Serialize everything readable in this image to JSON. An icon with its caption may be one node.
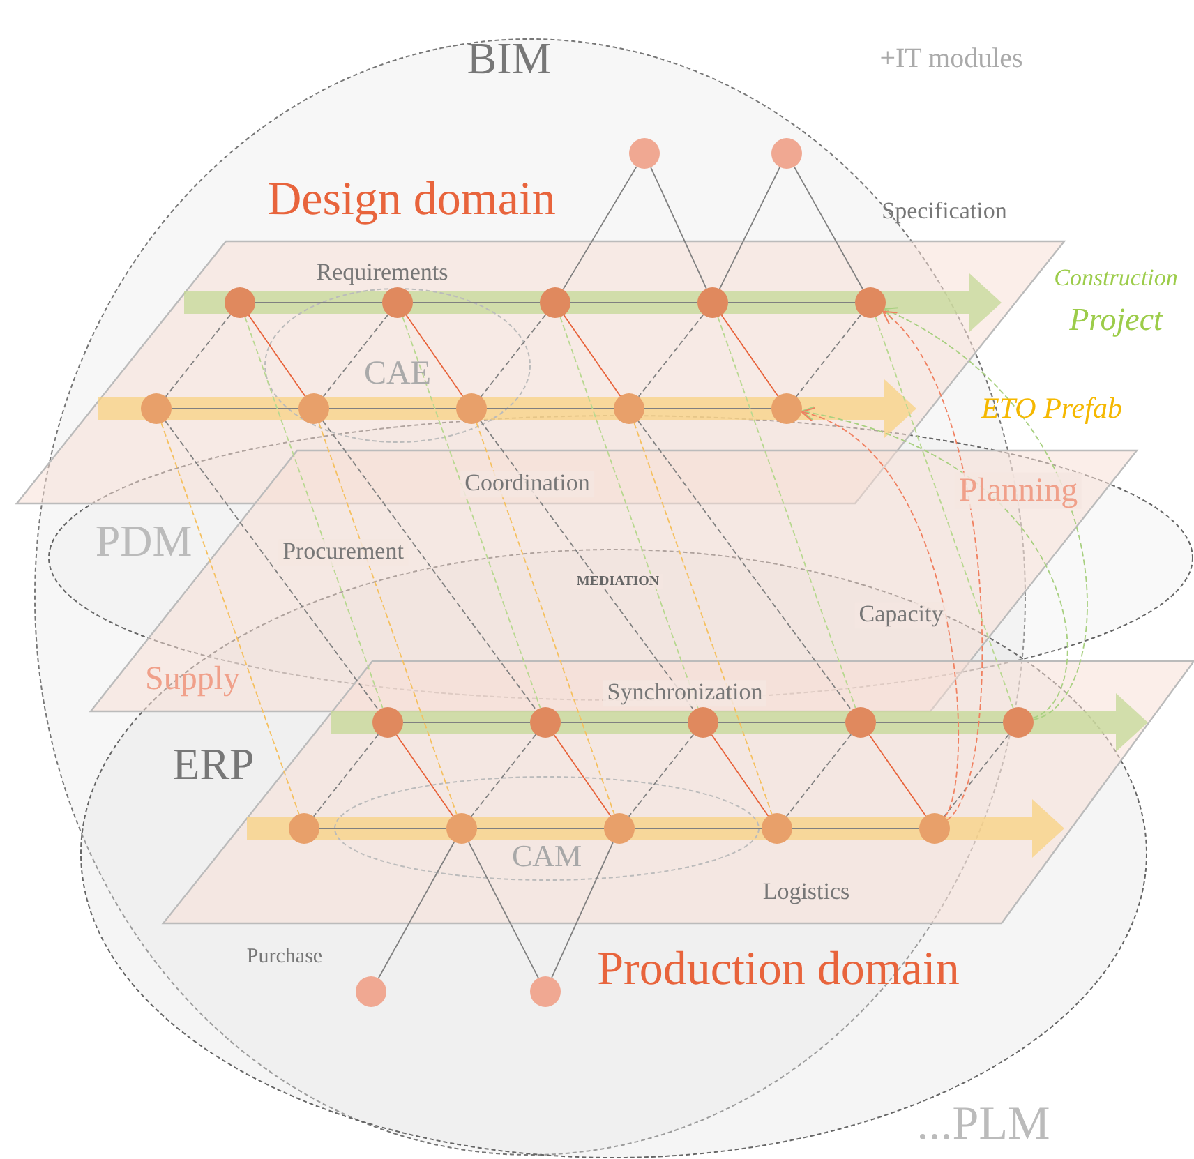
{
  "diagram": {
    "nodes": [
      {
        "text": [],
        "shape": "circle"
      },
      {
        "text": [],
        "shape": "circle"
      },
      {
        "text": [],
        "shape": "circle"
      },
      {
        "text": [],
        "shape": "circle"
      },
      {
        "text": [],
        "shape": "circle"
      },
      {
        "text": [],
        "shape": "circle"
      },
      {
        "text": [],
        "shape": "circle"
      },
      {
        "text": [],
        "shape": "circle"
      },
      {
        "text": [],
        "shape": "circle"
      },
      {
        "text": [],
        "shape": "circle"
      },
      {
        "text": [],
        "shape": "circle"
      },
      {
        "text": [],
        "shape": "circle"
      },
      {
        "text": [],
        "shape": "circle"
      },
      {
        "text": [],
        "shape": "circle"
      },
      {
        "text": [],
        "shape": "circle"
      },
      {
        "text": [],
        "shape": "circle"
      },
      {
        "text": [],
        "shape": "circle"
      },
      {
        "text": [],
        "shape": "circle"
      },
      {
        "text": [],
        "shape": "circle"
      },
      {
        "text": [],
        "shape": "circle"
      },
      {
        "text": [],
        "shape": "circle"
      },
      {
        "text": [],
        "shape": "circle"
      },
      {
        "text": [],
        "shape": "circle"
      },
      {
        "text": [],
        "shape": "circle"
      }
    ],
    "edges": [
      {
        "from": 2,
        "to": 3,
        "arrow": "none"
      },
      {
        "from": 3,
        "to": 4,
        "arrow": "none"
      },
      {
        "from": 4,
        "to": 5,
        "arrow": "none"
      },
      {
        "from": 5,
        "to": 6,
        "arrow": "none"
      },
      {
        "from": 7,
        "to": 8,
        "arrow": "none"
      },
      {
        "from": 8,
        "to": 9,
        "arrow": "none"
      },
      {
        "from": 9,
        "to": 10,
        "arrow": "none"
      },
      {
        "from": 10,
        "to": 11,
        "arrow": "none"
      },
      {
        "from": 12,
        "to": 13,
        "arrow": "none"
      },
      {
        "from": 13,
        "to": 14,
        "arrow": "none"
      },
      {
        "from": 14,
        "to": 15,
        "arrow": "none"
      },
      {
        "from": 15,
        "to": 16,
        "arrow": "none"
      },
      {
        "from": 17,
        "to": 18,
        "arrow": "none"
      },
      {
        "from": 18,
        "to": 19,
        "arrow": "none"
      },
      {
        "from": 19,
        "to": 20,
        "arrow": "none"
      },
      {
        "from": 20,
        "to": 21,
        "arrow": "none"
      },
      {
        "from": 2,
        "to": 7,
        "arrow": "none",
        "style": "dashed"
      },
      {
        "from": 3,
        "to": 8,
        "arrow": "none",
        "style": "dashed"
      },
      {
        "from": 4,
        "to": 9,
        "arrow": "none",
        "style": "dashed"
      },
      {
        "from": 5,
        "to": 10,
        "arrow": "none",
        "style": "dashed"
      },
      {
        "from": 6,
        "to": 11,
        "arrow": "none",
        "style": "dashed"
      },
      {
        "from": 12,
        "to": 17,
        "arrow": "none",
        "style": "dashed"
      },
      {
        "from": 13,
        "to": 18,
        "arrow": "none",
        "style": "dashed"
      },
      {
        "from": 14,
        "to": 19,
        "arrow": "none",
        "style": "dashed"
      },
      {
        "from": 15,
        "to": 20,
        "arrow": "none",
        "style": "dashed"
      },
      {
        "from": 16,
        "to": 21,
        "arrow": "none",
        "style": "dashed"
      },
      {
        "from": 2,
        "to": 8,
        "arrow": "none",
        "color": "#e8643c"
      },
      {
        "from": 3,
        "to": 9,
        "arrow": "none",
        "color": "#e8643c"
      },
      {
        "from": 4,
        "to": 10,
        "arrow": "none",
        "color": "#e8643c"
      },
      {
        "from": 5,
        "to": 11,
        "arrow": "none",
        "color": "#e8643c"
      },
      {
        "from": 12,
        "to": 18,
        "arrow": "none",
        "color": "#e8643c"
      },
      {
        "from": 13,
        "to": 19,
        "arrow": "none",
        "color": "#e8643c"
      },
      {
        "from": 14,
        "to": 20,
        "arrow": "none",
        "color": "#e8643c"
      },
      {
        "from": 15,
        "to": 21,
        "arrow": "none",
        "color": "#e8643c"
      },
      {
        "from": 2,
        "to": 12,
        "arrow": "none",
        "style": "dashed",
        "color": "#b8d890"
      },
      {
        "from": 3,
        "to": 13,
        "arrow": "none",
        "style": "dashed",
        "color": "#b8d890"
      },
      {
        "from": 4,
        "to": 14,
        "arrow": "none",
        "style": "dashed",
        "color": "#b8d890"
      },
      {
        "from": 5,
        "to": 15,
        "arrow": "none",
        "style": "dashed",
        "color": "#b8d890"
      },
      {
        "from": 6,
        "to": 16,
        "arrow": "none",
        "style": "dashed",
        "color": "#b8d890"
      },
      {
        "from": 7,
        "to": 17,
        "arrow": "none",
        "style": "dashed",
        "color": "#f5c060"
      },
      {
        "from": 8,
        "to": 18,
        "arrow": "none",
        "style": "dashed",
        "color": "#f5c060"
      },
      {
        "from": 9,
        "to": 19,
        "arrow": "none",
        "style": "dashed",
        "color": "#f5c060"
      },
      {
        "from": 10,
        "to": 20,
        "arrow": "none",
        "style": "dashed",
        "color": "#f5c060"
      },
      {
        "from": 7,
        "to": 12,
        "arrow": "none",
        "style": "dashed"
      },
      {
        "from": 8,
        "to": 13,
        "arrow": "none",
        "style": "dashed"
      },
      {
        "from": 9,
        "to": 14,
        "arrow": "none",
        "style": "dashed"
      },
      {
        "from": 10,
        "to": 15,
        "arrow": "none",
        "style": "dashed"
      },
      {
        "from": 0,
        "to": 4,
        "arrow": "none"
      },
      {
        "from": 0,
        "to": 5,
        "arrow": "none"
      },
      {
        "from": 1,
        "to": 5,
        "arrow": "none"
      },
      {
        "from": 1,
        "to": 6,
        "arrow": "none"
      },
      {
        "from": 22,
        "to": 18,
        "arrow": "none"
      },
      {
        "from": 23,
        "to": 18,
        "arrow": "none"
      },
      {
        "from": 23,
        "to": 19,
        "arrow": "none"
      },
      {
        "from": 16,
        "to": 6,
        "arrow": "to",
        "style": "dashed",
        "color": "#a8d080"
      },
      {
        "from": 16,
        "to": 11,
        "arrow": "to",
        "style": "dashed",
        "color": "#a8d080"
      },
      {
        "from": 21,
        "to": 6,
        "arrow": "to",
        "style": "dashed",
        "color": "#f08060"
      },
      {
        "from": 21,
        "to": 11,
        "arrow": "to",
        "style": "dashed",
        "color": "#f08060"
      }
    ],
    "labels": [
      "BIM",
      "+IT modules",
      "Design domain",
      "Specification",
      "Requirements",
      "Construction",
      "Project",
      "CAE",
      "ETO Prefab",
      "Coordination",
      "Planning",
      "PDM",
      "Procurement",
      "MEDIATION",
      "Capacity",
      "Supply",
      "Synchronization",
      "ERP",
      "CAM",
      "Logistics",
      "Purchase",
      "Production domain",
      "...PLM"
    ]
  }
}
